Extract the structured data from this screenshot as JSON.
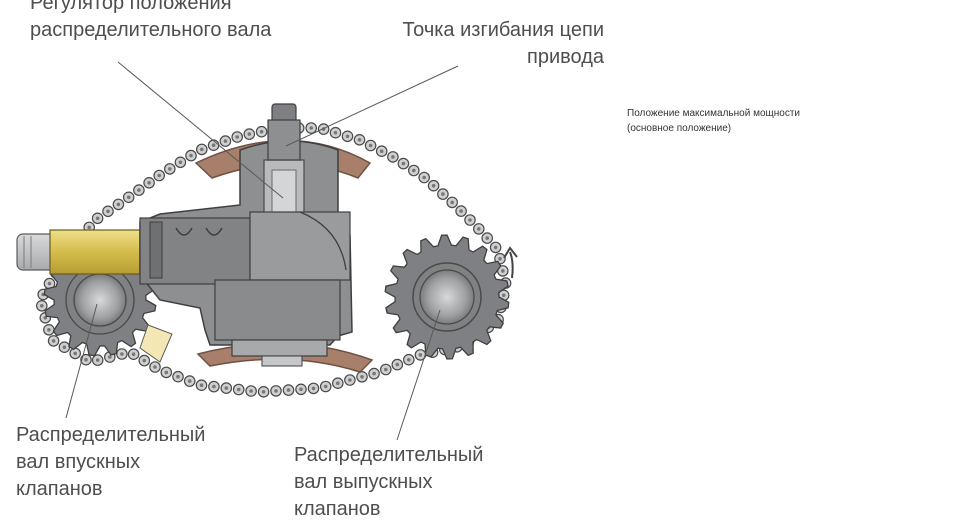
{
  "labels": {
    "regulator": [
      "Регулятор положения",
      "распределительного вала"
    ],
    "bend_point": [
      "Точка изгибания цепи",
      "привода"
    ],
    "intake_cam": [
      "Распределительный",
      "вал впускных",
      "клапанов"
    ],
    "exhaust_cam": [
      "Распределительный",
      "вал выпускных",
      "клапанов"
    ]
  },
  "note": {
    "line1": "Положение максимальной мощности",
    "line2": "(основное положение)"
  },
  "colors": {
    "housing": "#8e8f91",
    "housing_dark": "#6f7072",
    "housing_light": "#b9babc",
    "guide": "#a77f6b",
    "chain": "#cfd0d2",
    "gold": "#d8c25a",
    "sprocket": "#7f8083",
    "highlight": "#f3e8b5"
  }
}
